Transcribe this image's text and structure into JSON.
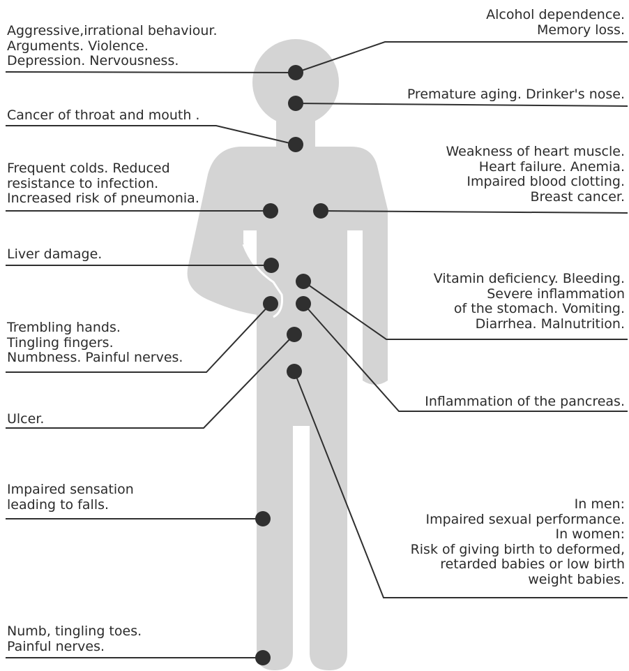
{
  "colors": {
    "figure": "#d4d4d4",
    "dot": "#2f2f2f",
    "leader": "#2f2f2f",
    "text": "#2b2b2b",
    "background": "#ffffff"
  },
  "annotations": [
    {
      "id": "brain",
      "lines": [
        "Aggressive,irrational behaviour.",
        "Arguments. Violence.",
        "Depression. Nervousness."
      ]
    },
    {
      "id": "head",
      "lines": [
        "Alcohol dependence.",
        "Memory loss."
      ]
    },
    {
      "id": "nose",
      "lines": [
        "Premature aging. Drinker's nose."
      ]
    },
    {
      "id": "throat",
      "lines": [
        "Cancer of throat and mouth ."
      ]
    },
    {
      "id": "lungs",
      "lines": [
        "Frequent colds. Reduced",
        "resistance to infection.",
        "Increased risk of pneumonia."
      ]
    },
    {
      "id": "heart",
      "lines": [
        "Weakness of heart muscle.",
        "Heart failure. Anemia.",
        "Impaired blood clotting.",
        "Breast cancer."
      ]
    },
    {
      "id": "liver",
      "lines": [
        "Liver damage."
      ]
    },
    {
      "id": "stomach",
      "lines": [
        "Vitamin deficiency. Bleeding.",
        "Severe inflammation",
        "of the stomach. Vomiting.",
        "Diarrhea. Malnutrition."
      ]
    },
    {
      "id": "hands",
      "lines": [
        "Trembling hands.",
        "Tingling fingers.",
        "Numbness. Painful nerves."
      ]
    },
    {
      "id": "pancreas",
      "lines": [
        "Inflammation of the pancreas."
      ]
    },
    {
      "id": "ulcer",
      "lines": [
        "Ulcer."
      ]
    },
    {
      "id": "legs",
      "lines": [
        "Impaired sensation",
        "leading to falls."
      ]
    },
    {
      "id": "reproductive",
      "lines": [
        "In men:",
        "Impaired sexual performance.",
        "In women:",
        "Risk of giving birth to deformed,",
        "retarded babies or low birth",
        "weight babies."
      ]
    },
    {
      "id": "feet",
      "lines": [
        "Numb, tingling toes.",
        "Painful nerves."
      ]
    }
  ]
}
